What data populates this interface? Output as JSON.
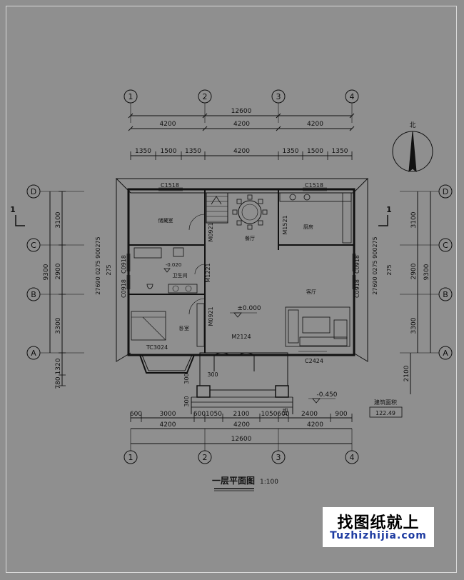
{
  "drawing_title": "一层平面图",
  "scale": "1:100",
  "north_label": "北",
  "grid_cols": [
    "1",
    "2",
    "3",
    "4"
  ],
  "grid_rows": [
    "D",
    "C",
    "B",
    "A"
  ],
  "dims": {
    "top_total": "12600",
    "top_bays": [
      "4200",
      "4200",
      "4200"
    ],
    "top_sub": [
      "1350",
      "1500",
      "1350",
      "4200",
      "1350",
      "1500",
      "1350"
    ],
    "bottom_sub": [
      "600",
      "3000",
      "600",
      "1050",
      "2100",
      "1050",
      "600",
      "2400",
      "900"
    ],
    "bottom_bays": [
      "4200",
      "4200",
      "4200"
    ],
    "bottom_total": "12600",
    "left_rows": [
      "3100",
      "2900",
      "3300",
      "1320",
      "780"
    ],
    "left_total": "9300",
    "right_rows": [
      "3100",
      "2900",
      "3300"
    ],
    "right_total": "9300",
    "right_2100": "2100",
    "side_small": "275",
    "side_stack": "27690 0275 900275",
    "stair_300a": "300",
    "stair_300b": "300",
    "stair_300c": "300"
  },
  "rooms": {
    "storage": "储藏室",
    "dining": "餐厅",
    "kitchen": "厨房",
    "bathroom": "卫生间",
    "living": "客厅",
    "bedroom": "卧室"
  },
  "openings": {
    "c1518a": "C1518",
    "c1518b": "C1518",
    "m0921a": "M0921",
    "m0921b": "M0921",
    "m1521": "M1521",
    "m1221": "M1221",
    "c0918a": "C0918",
    "c0918b": "C0918",
    "c0918c": "C0918",
    "c0918d": "C0918",
    "m2124": "M2124",
    "tc3024": "TC3024",
    "c2424": "C2424"
  },
  "levels": {
    "main": "±0.000",
    "bath": "-0.020",
    "outside": "-0.450"
  },
  "step_note": "1挡",
  "area_label": "建筑面积",
  "area_value": "122.49",
  "section_mark": "1",
  "watermark": {
    "cn": "找图纸就上",
    "url": "Tuzhizhijia.com"
  }
}
